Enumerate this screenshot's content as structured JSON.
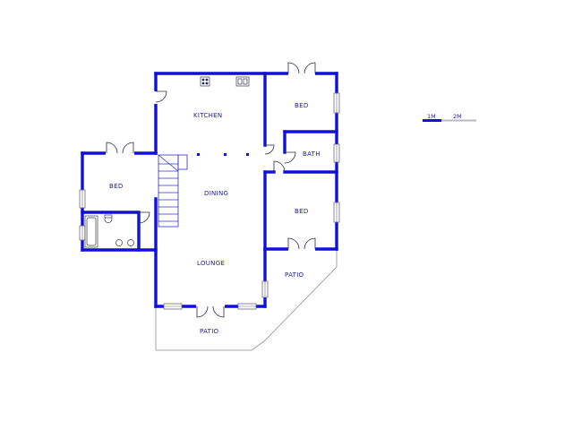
{
  "labels": {
    "kitchen": "KITCHEN",
    "bed_top_right": "BED",
    "bath": "BATH",
    "bed_left": "BED",
    "dining": "DINING",
    "bed_mid_right": "BED",
    "lounge": "LOUNGE",
    "patio_right": "PATIO",
    "patio_bottom": "PATIO"
  },
  "scale": {
    "label_1": "1M",
    "label_2": "2M"
  },
  "colors": {
    "wall": "#1010d8",
    "text": "#1a1a9a"
  }
}
